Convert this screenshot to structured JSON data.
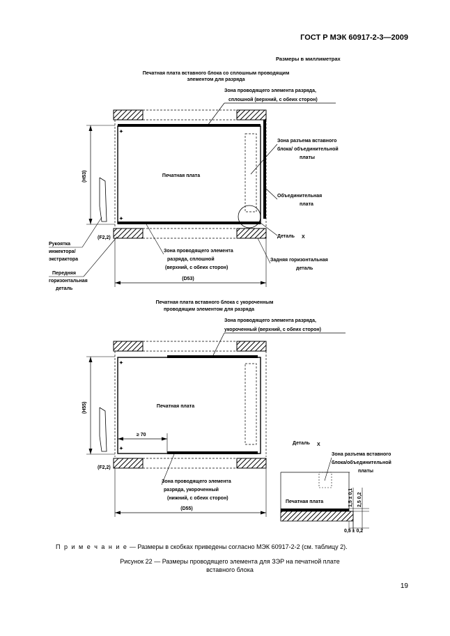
{
  "header": {
    "doc_id": "ГОСТ Р МЭК 60917-2-3—2009",
    "units": "Размеры в миллиметрах"
  },
  "fig_top": {
    "title_line1": "Печатная плата вставного блока со сплошным проводящим",
    "title_line2": "элементом для разряда",
    "zone_label_line1": "Зона проводящего элемента разряда,",
    "zone_label_line2": "сплошной (верхний, с обеих сторон)",
    "connector_zone_line1": "Зона разъема вставного",
    "connector_zone_line2": "блока/ объединительной",
    "connector_zone_line3": "платы",
    "board_label": "Печатная плата",
    "backplane_line1": "Объединительная",
    "backplane_line2": "плата",
    "detail_label": "Деталь",
    "detail_letter": "X",
    "bottom_zone_line1": "Зона проводящего элемента",
    "bottom_zone_line2": "разряда, сплошной",
    "bottom_zone_line3": "(верхний, с обеих сторон)",
    "rear_rail_line1": "Задняя горизонтальная",
    "rear_rail_line2": "деталь",
    "handle_line1": "Рукоятка",
    "handle_line2": "инжектора/",
    "handle_line3": "экстрактора",
    "front_rail_line1": "Передняя",
    "front_rail_line2": "горизонтальная",
    "front_rail_line3": "деталь",
    "dim_h": "(H53)",
    "dim_d": "(D53)",
    "dim_small": "(F2,2)"
  },
  "fig_bottom": {
    "title_line1": "Печатная плата вставного блока с укороченным",
    "title_line2": "проводящим элементом для разряда",
    "zone_label_line1": "Зона проводящего элемента разряда,",
    "zone_label_line2": "укороченный (верхний, с обеих сторон)",
    "board_label": "Печатная плата",
    "dim_min": "≥ 70",
    "dim_h": "(H55)",
    "dim_d": "(D55)",
    "dim_small": "(F2,2)",
    "bottom_zone_line1": "Зона проводящего элемента",
    "bottom_zone_line2": "разряда, укороченный",
    "bottom_zone_line3": "(нижний, с обеих сторон)",
    "detail_label": "Деталь",
    "detail_letter": "X",
    "detail_zone_line1": "Зона разъема вставного",
    "detail_zone_line2": "блока/объединительной",
    "detail_zone_line3": "платы",
    "detail_board_label": "Печатная плата",
    "dim_v1": "1,5 ± 0,1",
    "dim_v2": "2,5 0,2",
    "dim_h2": "0,5 ± 0,2"
  },
  "note": {
    "prefix": "П р и м е ч а н и е",
    "text": " — Размеры в скобках приведены согласно МЭК 60917-2-2 (см. таблицу 2)."
  },
  "caption": {
    "line1": "Рисунок 22 — Размеры проводящего элемента для ЗЭР на печатной плате",
    "line2": "вставного блока"
  },
  "page_number": "19"
}
